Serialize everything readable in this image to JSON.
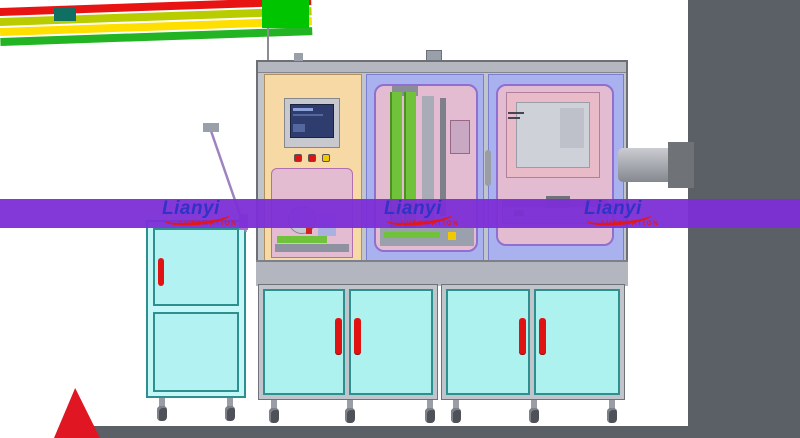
{
  "scene": {
    "description": "3D CAD rendering of an automated assembly machine line with control cabinets"
  },
  "watermark": {
    "brand": "Lianyi",
    "subtitle": "AUTOMATION",
    "band_color": "#7c2ed6",
    "brand_color": "#3232c4",
    "subtitle_color": "#e01818"
  },
  "decor": {
    "stripe_colors": [
      "#e81414",
      "#b8cc00",
      "#ffdf00",
      "#22b422"
    ],
    "green_block_color": "#00c400",
    "teal_block_color": "#0f6f63",
    "red_wedge_color": "#e01622",
    "dark_panel_color": "#5b6067"
  },
  "machine": {
    "frame_color": "#c2c4cc",
    "left_panel_color": "#f6d9a4",
    "bay_panel_color": "#a9b1ef",
    "window_color": "#e3bcd2",
    "window_border_color": "#8f6fd0",
    "belt_color": "#6fc23a",
    "table_color": "#b3b5bf",
    "hmi": {
      "bezel_color": "#c7c9cf",
      "screen_color": "#2e3d6e",
      "button_colors": [
        "#e01212",
        "#e01212",
        "#f2c800"
      ]
    },
    "door_color": "#aef2f0",
    "handle_color": "#e01212"
  },
  "side_cabinet": {
    "body_color": "#c4f8f8",
    "door_color": "#b2f2f2",
    "handle_color": "#e01212"
  }
}
